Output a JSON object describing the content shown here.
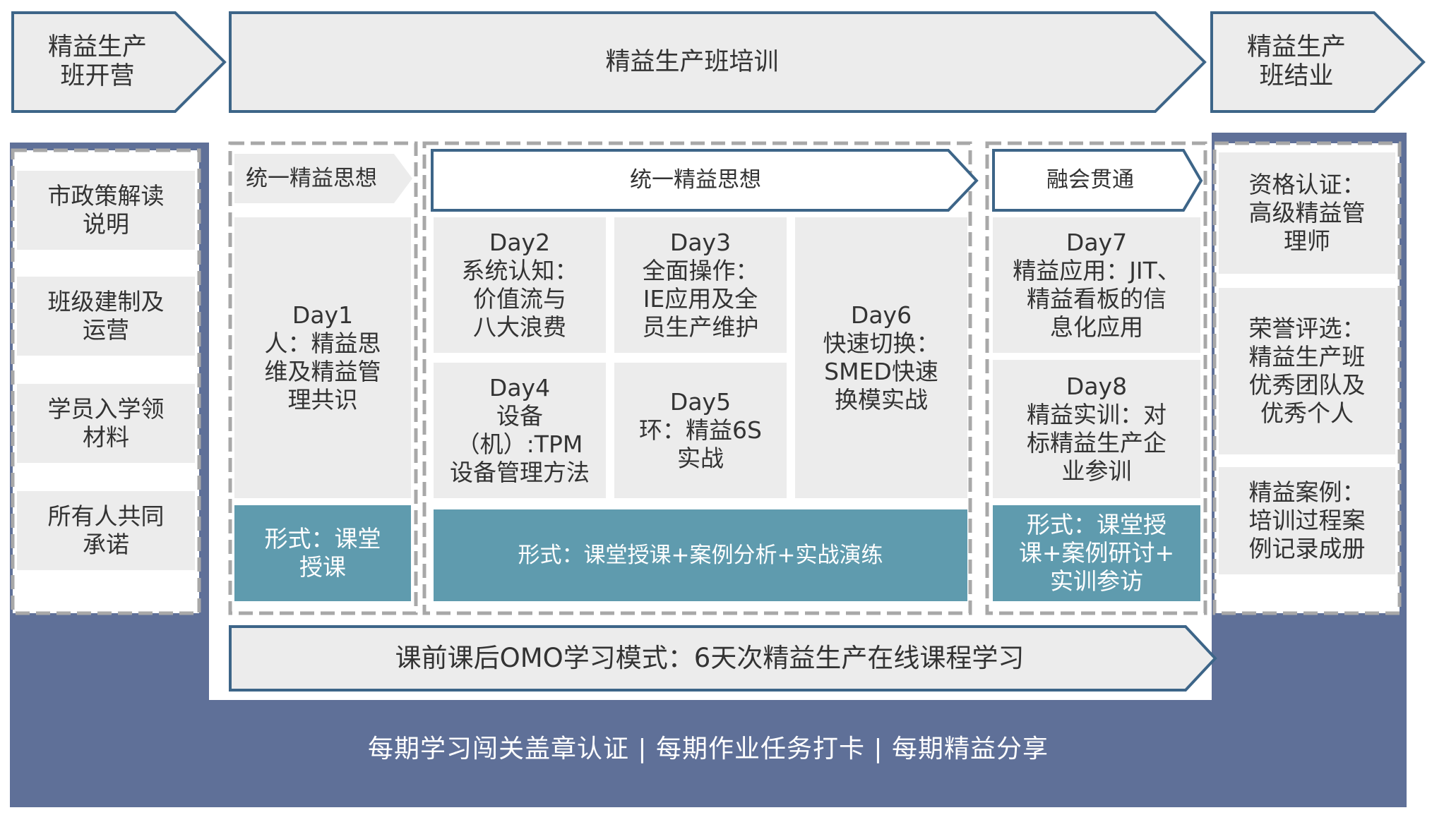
{
  "header": {
    "opening": "精益生产\n班开营",
    "training": "精益生产班培训",
    "closing": "精益生产\n班结业"
  },
  "left_items": [
    "市政策解读\n说明",
    "班级建制及\n运营",
    "学员入学领\n材料",
    "所有人共同\n承诺"
  ],
  "col1": {
    "title": "统一精益思想",
    "day1": "Day1\n人：精益思\n维及精益管\n理共识",
    "form": "形式：课堂\n授课"
  },
  "col2": {
    "title": "统一精益思想",
    "day2": "Day2\n系统认知：\n价值流与\n八大浪费",
    "day3": "Day3\n全面操作：\nIE应用及全\n员生产维护",
    "day4": "Day4\n设备（机）:TPM\n设备管理方法",
    "day5": "Day5\n环：精益6S\n实战",
    "day6": "Day6\n快速切换：\nSMED快速\n换模实战",
    "form": "形式：课堂授课+案例分析+实战演练"
  },
  "col3": {
    "title": "融会贯通",
    "day7": "Day7\n精益应用：JIT、\n精益看板的信\n息化应用",
    "day8": "Day8\n精益实训：对\n标精益生产企\n业参训",
    "form": "形式：课堂授\n课+案例研讨+\n实训参访"
  },
  "right_items": [
    "资格认证：\n高级精益管\n理师",
    "荣誉评选：\n精益生产班\n优秀团队及\n优秀个人",
    "精益案例：\n培训过程案\n例记录成册"
  ],
  "omo": "课前课后OMO学习模式：6天次精益生产在线课程学习",
  "footer": "每期学习闯关盖章认证 | 每期作业任务打卡 | 每期精益分享",
  "colors": {
    "navy_band": "#5f7098",
    "arrow_stroke": "#3d6588",
    "arrow_fill": "#ececec",
    "cell_fill": "#ececec",
    "form_fill": "#5f9bae",
    "dashed_border": "#a8a8a8"
  }
}
